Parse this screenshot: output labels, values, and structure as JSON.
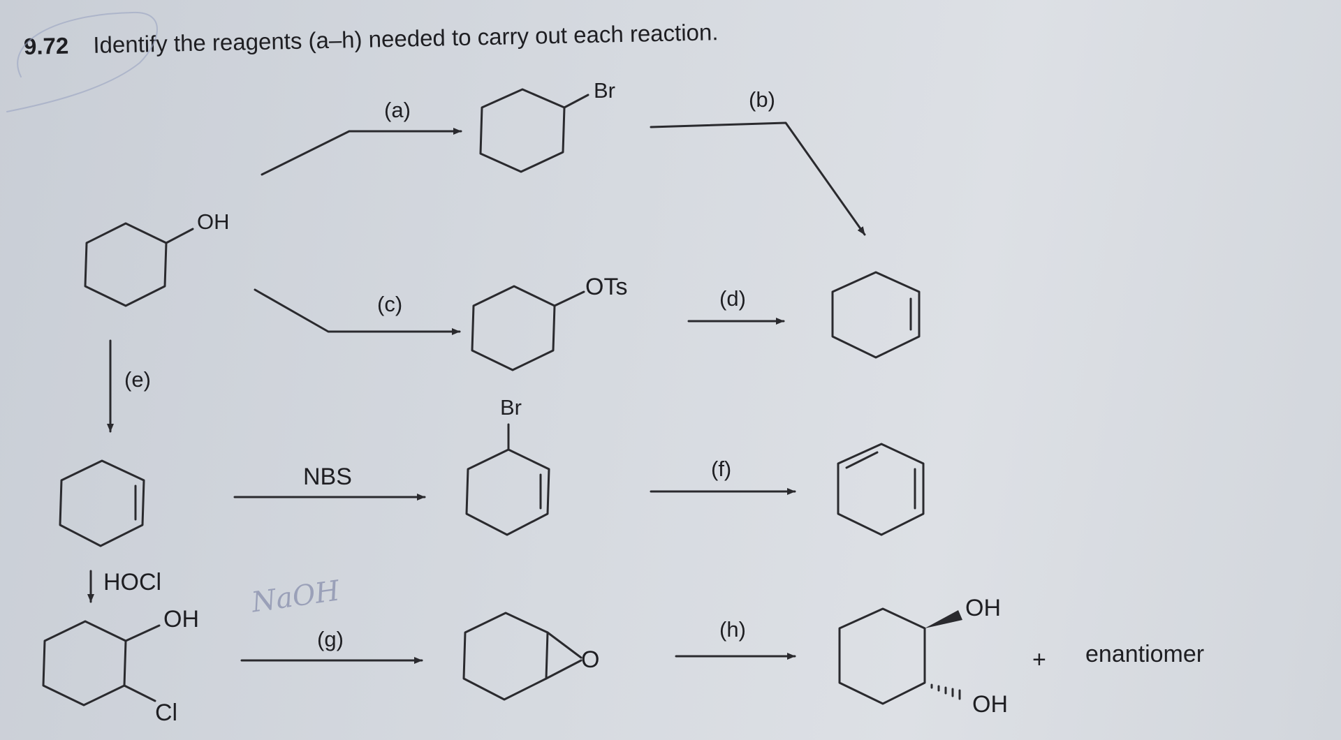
{
  "problem": {
    "number": "9.72",
    "prompt": "Identify the reagents (a–h) needed to carry out each reaction."
  },
  "reagents": {
    "a": "(a)",
    "b": "(b)",
    "c": "(c)",
    "d": "(d)",
    "e": "(e)",
    "f": "(f)",
    "g": "(g)",
    "h": "(h)",
    "nbs": "NBS",
    "hocl": "HOCl"
  },
  "substituents": {
    "oh": "OH",
    "br": "Br",
    "ots": "OTs",
    "cl": "Cl",
    "epoxide_o": "O"
  },
  "product_note": {
    "plus": "+",
    "enantiomer": "enantiomer"
  },
  "handwritten_note": "NaOH"
}
